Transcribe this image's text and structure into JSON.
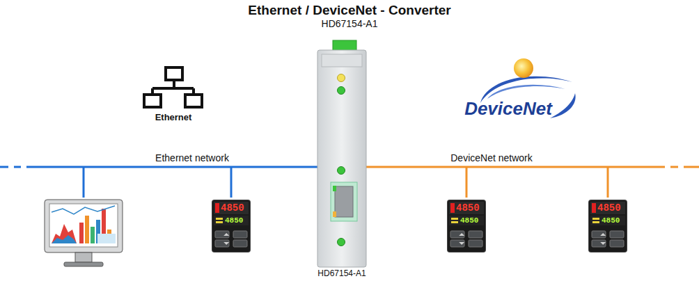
{
  "diagram": {
    "title": "Ethernet / DeviceNet - Converter",
    "nodes": [
      {
        "text": [
          "4850",
          "4850"
        ]
      },
      {
        "text": [
          "4850",
          "4850"
        ]
      },
      {
        "text": [
          "4850",
          "4850"
        ]
      }
    ],
    "labels": [
      "HD67154-A1",
      "Ethernet",
      "DeviceNet",
      "Ethernet network",
      "DeviceNet network",
      "HD67154-A1"
    ]
  }
}
